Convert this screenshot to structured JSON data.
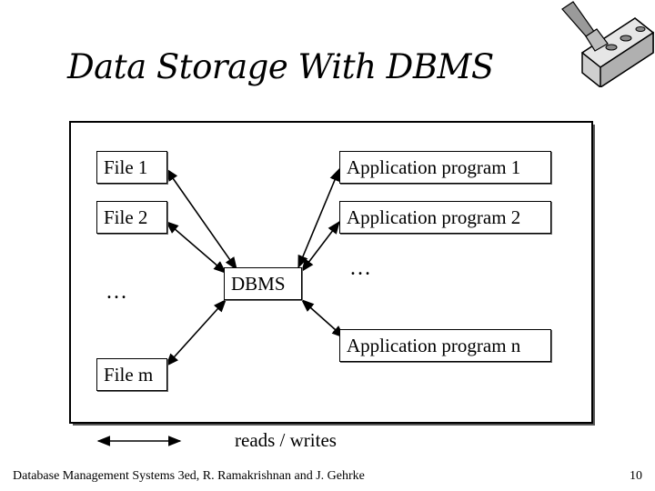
{
  "slide": {
    "title": "Data Storage With DBMS",
    "page_number": "10"
  },
  "diagram": {
    "files": [
      "File 1",
      "File 2",
      "File m"
    ],
    "files_ellipsis": "…",
    "dbms": "DBMS",
    "programs": [
      "Application program 1",
      "Application program 2",
      "Application program n"
    ],
    "programs_ellipsis": "…"
  },
  "legend": {
    "label": "reads / writes"
  },
  "footer": {
    "citation": "Database Management Systems 3ed,  R. Ramakrishnan and J. Gehrke"
  },
  "colors": {
    "line": "#000000",
    "logo_fill": "#cfcfcf"
  },
  "icons": [
    "brick-trowel-logo-icon"
  ]
}
